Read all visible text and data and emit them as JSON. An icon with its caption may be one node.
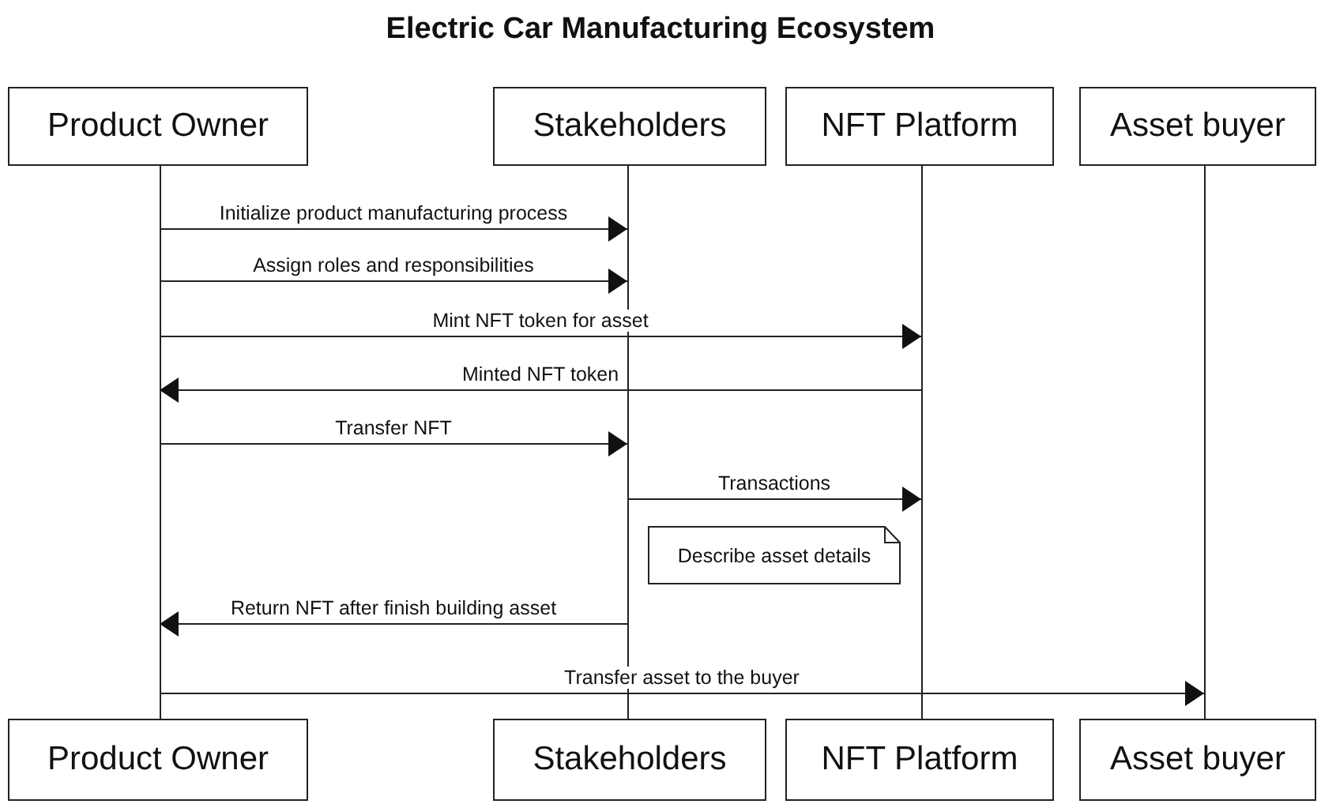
{
  "diagram": {
    "title": "Electric Car Manufacturing Ecosystem",
    "nodes": [
      {
        "text": [
          "Product Owner"
        ]
      },
      {
        "text": [
          "Stakeholders"
        ]
      },
      {
        "text": [
          "NFT Platform"
        ]
      },
      {
        "text": [
          "Asset buyer"
        ]
      },
      {
        "text": [],
        "shape": "bar"
      },
      {
        "text": [],
        "shape": "bar"
      },
      {
        "text": [],
        "shape": "bar"
      },
      {
        "text": [],
        "shape": "bar"
      },
      {
        "text": [
          "Describe asset details"
        ]
      },
      {
        "text": [
          "Product Owner"
        ]
      },
      {
        "text": [
          "Stakeholders"
        ]
      },
      {
        "text": [
          "NFT Platform"
        ]
      },
      {
        "text": [
          "Asset buyer"
        ]
      }
    ],
    "edges": [
      {
        "from": 4,
        "to": 5,
        "arrow": "to",
        "label": "Initialize product manufacturing process"
      },
      {
        "from": 4,
        "to": 5,
        "arrow": "to",
        "label": "Assign roles and responsibilities"
      },
      {
        "from": 4,
        "to": 6,
        "arrow": "to",
        "label": "Mint NFT token for asset"
      },
      {
        "from": 6,
        "to": 4,
        "arrow": "to",
        "label": "Minted NFT token"
      },
      {
        "from": 4,
        "to": 5,
        "arrow": "to",
        "label": "Transfer NFT"
      },
      {
        "from": 5,
        "to": 6,
        "arrow": "to",
        "label": "Transactions"
      },
      {
        "from": 5,
        "to": 4,
        "arrow": "to",
        "label": "Return NFT after finish building asset"
      },
      {
        "from": 4,
        "to": 7,
        "arrow": "to",
        "label": "Transfer asset to the buyer"
      }
    ]
  }
}
